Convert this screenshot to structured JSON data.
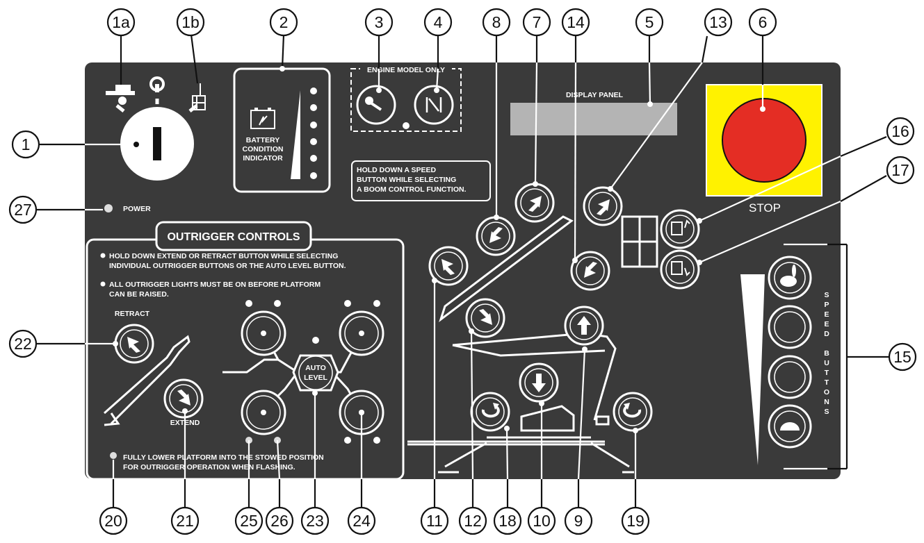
{
  "callouts": {
    "c1a": "1a",
    "c1b": "1b",
    "c2": "2",
    "c3": "3",
    "c4": "4",
    "c5": "5",
    "c6": "6",
    "c7": "7",
    "c8": "8",
    "c13": "13",
    "c14": "14",
    "c1": "1",
    "c16": "16",
    "c17": "17",
    "c27": "27",
    "c22": "22",
    "c15": "15",
    "c20": "20",
    "c21": "21",
    "c25": "25",
    "c26": "26",
    "c23": "23",
    "c24": "24",
    "c11": "11",
    "c12": "12",
    "c18": "18",
    "c10": "10",
    "c9": "9",
    "c19": "19"
  },
  "panel": {
    "battery_line1": "BATTERY",
    "battery_line2": "CONDITION",
    "battery_line3": "INDICATOR",
    "engine_label": "ENGINE MODEL ONLY",
    "display_label": "DISPLAY PANEL",
    "hold_line1": "HOLD DOWN A SPEED",
    "hold_line2": "BUTTON WHILE SELECTING",
    "hold_line3": "A BOOM CONTROL FUNCTION.",
    "stop_label": "STOP",
    "power_label": "POWER",
    "outrigger_title": "OUTRIGGER CONTROLS",
    "note1_line1": "HOLD DOWN EXTEND OR RETRACT BUTTON WHILE SELECTING",
    "note1_line2": "INDIVIDUAL OUTRIGGER BUTTONS OR THE AUTO LEVEL BUTTON.",
    "note2_line1": "ALL OUTRIGGER LIGHTS MUST BE ON BEFORE PLATFORM",
    "note2_line2": "CAN BE RAISED.",
    "retract_label": "RETRACT",
    "extend_label": "EXTEND",
    "auto_line1": "AUTO",
    "auto_line2": "LEVEL",
    "fully_line1": "FULLY LOWER PLATFORM INTO THE STOWED POSITION",
    "fully_line2": "FOR OUTRIGGER OPERATION WHEN FLASHING.",
    "speed_letters": [
      "S",
      "P",
      "E",
      "E",
      "D",
      "",
      "B",
      "U",
      "T",
      "T",
      "O",
      "N",
      "S"
    ]
  },
  "colors": {
    "panel": "#3a3a3a",
    "stop_yellow": "#fff200",
    "stop_red": "#e42d24",
    "display": "#b4b4b4"
  }
}
